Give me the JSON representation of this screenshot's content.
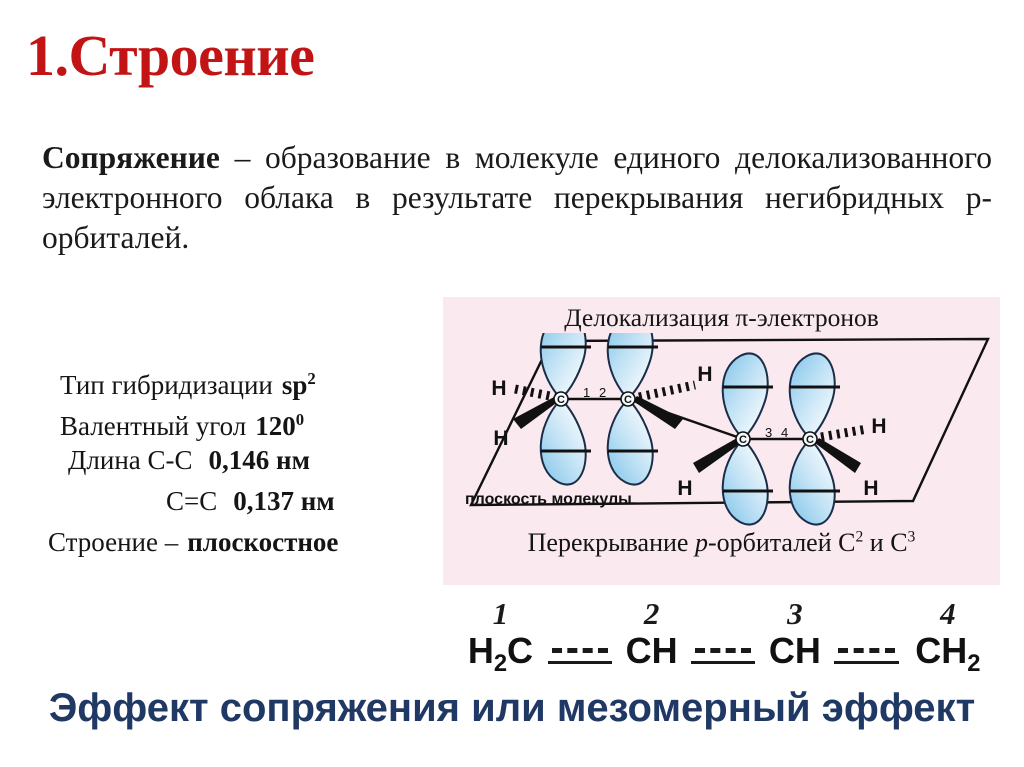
{
  "slide": {
    "title": "1.Строение",
    "title_color": "#C21414",
    "background": "#ffffff"
  },
  "definition": {
    "term": "Сопряжение",
    "dash": " – ",
    "body": "образование в молекуле единого делокализованного электронного облака в результате перекрывания негибридных p-орбиталей."
  },
  "properties": [
    {
      "label": "Тип гибридизации",
      "value": "sp",
      "superscript": "2"
    },
    {
      "label": "Валентный угол",
      "value": "120",
      "superscript": "0"
    },
    {
      "label": "Длина С-С",
      "value": "0,146 нм",
      "superscript": ""
    },
    {
      "label": "С=С",
      "value": "0,137 нм",
      "superscript": ""
    },
    {
      "label": "Строение –",
      "value": "плоскостное",
      "superscript": ""
    }
  ],
  "panel": {
    "background": "#fae9ee",
    "heading": "Делокализация π-электронов",
    "plane_label": "плоскость молекулы",
    "caption_prefix": "Перекрывание ",
    "caption_italic": "p",
    "caption_mid": "-орбиталей С",
    "caption_sup1": "2",
    "caption_conj": " и С",
    "caption_sup2": "3",
    "orbital_color": "#6fb9e6",
    "orbital_outline": "#1a2e4a",
    "atom_labels": [
      "C",
      "C",
      "C",
      "C"
    ],
    "atom_numbers": [
      "1",
      "2",
      "3",
      "4"
    ],
    "hydrogen_labels": [
      "H",
      "H",
      "H",
      "H",
      "H",
      "H"
    ]
  },
  "formula": {
    "numbers": [
      "1",
      "2",
      "3",
      "4"
    ],
    "atoms": [
      {
        "text": "H",
        "sub": "2",
        "tail": "C"
      },
      {
        "text": "CH",
        "sub": "",
        "tail": ""
      },
      {
        "text": "CH",
        "sub": "",
        "tail": ""
      },
      {
        "text": "CH",
        "sub": "2",
        "tail": ""
      }
    ]
  },
  "banner": {
    "text": "Эффект сопряжения или мезомерный эффект",
    "color": "#1F3864"
  }
}
